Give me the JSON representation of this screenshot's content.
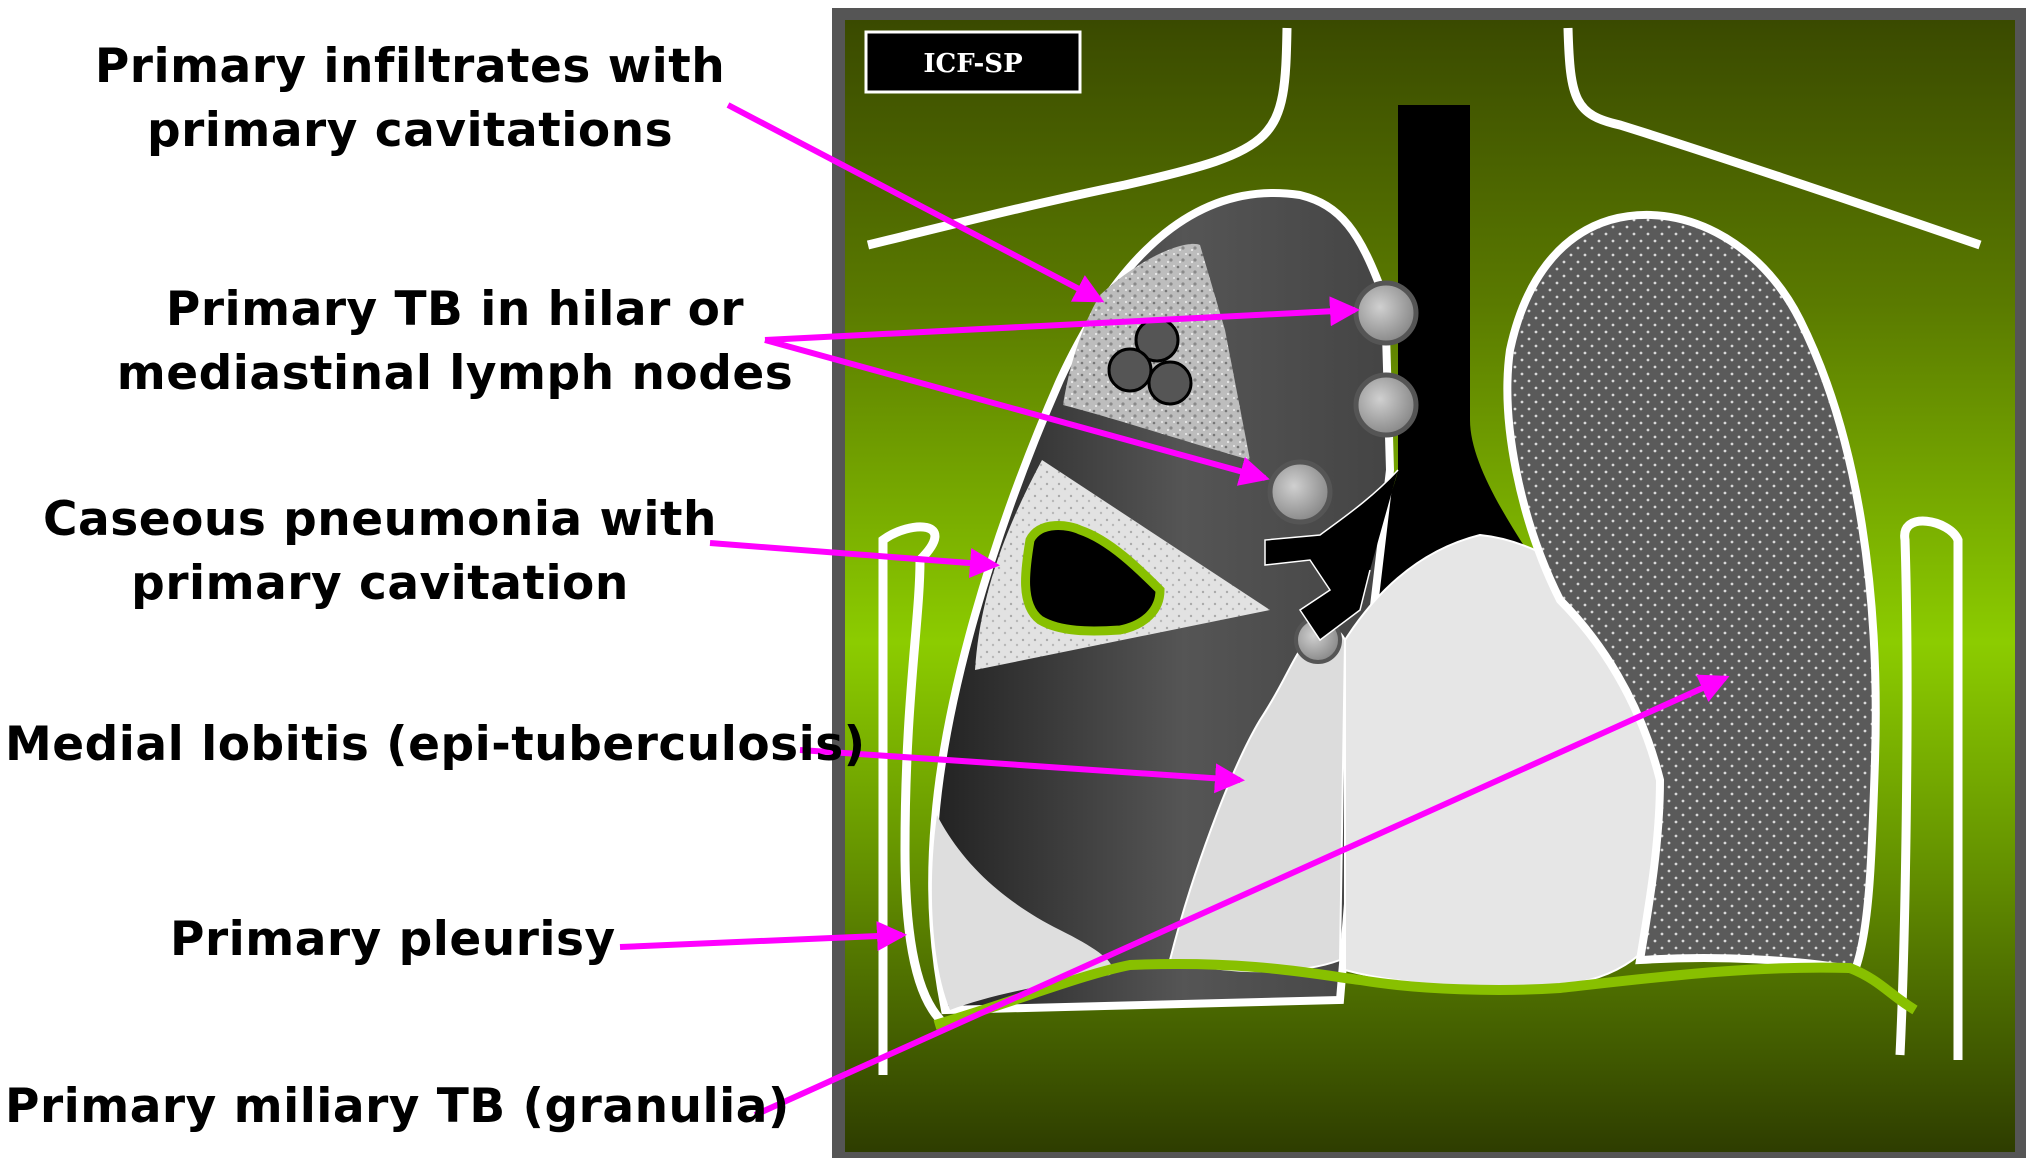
{
  "badge": "ICF-SP",
  "labels": {
    "infiltrates": [
      "Primary infiltrates with",
      "primary cavitations"
    ],
    "hilar": [
      "Primary TB in hilar or",
      "mediastinal lymph nodes"
    ],
    "caseous": [
      "Caseous pneumonia with",
      "primary cavitation"
    ],
    "lobitis": "Medial lobitis (epi-tuberculosis)",
    "pleurisy": "Primary pleurisy",
    "miliary": "Primary miliary TB (granulia)"
  },
  "colors": {
    "arrow": "#ff00ff",
    "panel_top": "#3a4a00",
    "panel_mid": "#8ccc00",
    "panel_bottom": "#2e3d00",
    "frame": "#555555",
    "cavity_rim": "#88c000"
  }
}
